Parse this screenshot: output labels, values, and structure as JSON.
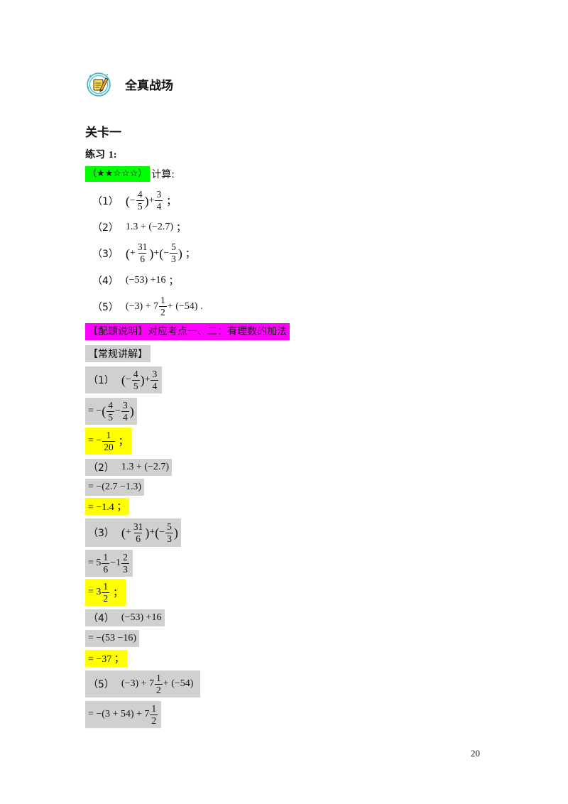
{
  "section": {
    "icon": "pencil-note-icon",
    "title": "全真战场"
  },
  "level_title": "关卡一",
  "exercise": {
    "prefix": "练习 ",
    "number": "1:"
  },
  "difficulty": {
    "stars": "（★★☆☆☆）",
    "prompt": "计算:"
  },
  "problems": [
    {
      "label": "（1）",
      "terms": [
        "(−",
        "4/5",
        ")+",
        "3/4",
        "；"
      ]
    },
    {
      "label": "（2）",
      "text": "1.3 + (−2.7)",
      "end": "；"
    },
    {
      "label": "（3）",
      "terms": [
        "(+",
        "31/6",
        ")+(−",
        "5/3",
        ")；"
      ]
    },
    {
      "label": "（4）",
      "text": "(−53) +16",
      "end": "；"
    },
    {
      "label": "（5）",
      "terms": [
        "(−3) + 7",
        "1/2",
        "+ (−54)",
        "."
      ]
    }
  ],
  "explanation_tag": "【配题说明】对应考点一、二：有理数的加法",
  "standard_tag": "【常规讲解】",
  "solution": {
    "s1": {
      "label": "（1）",
      "a1": "(−",
      "f1n": "4",
      "f1d": "5",
      "a2": ")+",
      "f2n": "3",
      "f2d": "4"
    },
    "s1_l2": {
      "a1": "= −(",
      "f1n": "4",
      "f1d": "5",
      "a2": "−",
      "f2n": "3",
      "f2d": "4",
      "a3": ")"
    },
    "s1_ans": {
      "a1": "= −",
      "fn": "1",
      "fd": "20",
      "end": "；"
    },
    "s2": {
      "label": "（2）",
      "expr": "1.3 + (−2.7)"
    },
    "s2_l2": "= −(2.7 −1.3)",
    "s2_ans": "= −1.4 ；",
    "s3": {
      "label": "（3）",
      "a1": "(+",
      "f1n": "31",
      "f1d": "6",
      "a2": ") + (−",
      "f2n": "5",
      "f2d": "3",
      "a3": ")"
    },
    "s3_l2": {
      "a1": "= 5",
      "f1n": "1",
      "f1d": "6",
      "a2": "−1",
      "f2n": "2",
      "f2d": "3"
    },
    "s3_ans": {
      "a1": "= 3",
      "fn": "1",
      "fd": "2",
      "end": "；"
    },
    "s4": {
      "label": "（4）",
      "expr": "(−53) +16"
    },
    "s4_l2": "= −(53 −16)",
    "s4_ans": "= −37 ；",
    "s5": {
      "label": "（5）",
      "a1": "(−3) + 7",
      "fn": "1",
      "fd": "2",
      "a2": "+ (−54)"
    },
    "s5_l2": {
      "a1": "= −(3 + 54) + 7",
      "fn": "1",
      "fd": "2"
    }
  },
  "page_number": "20"
}
